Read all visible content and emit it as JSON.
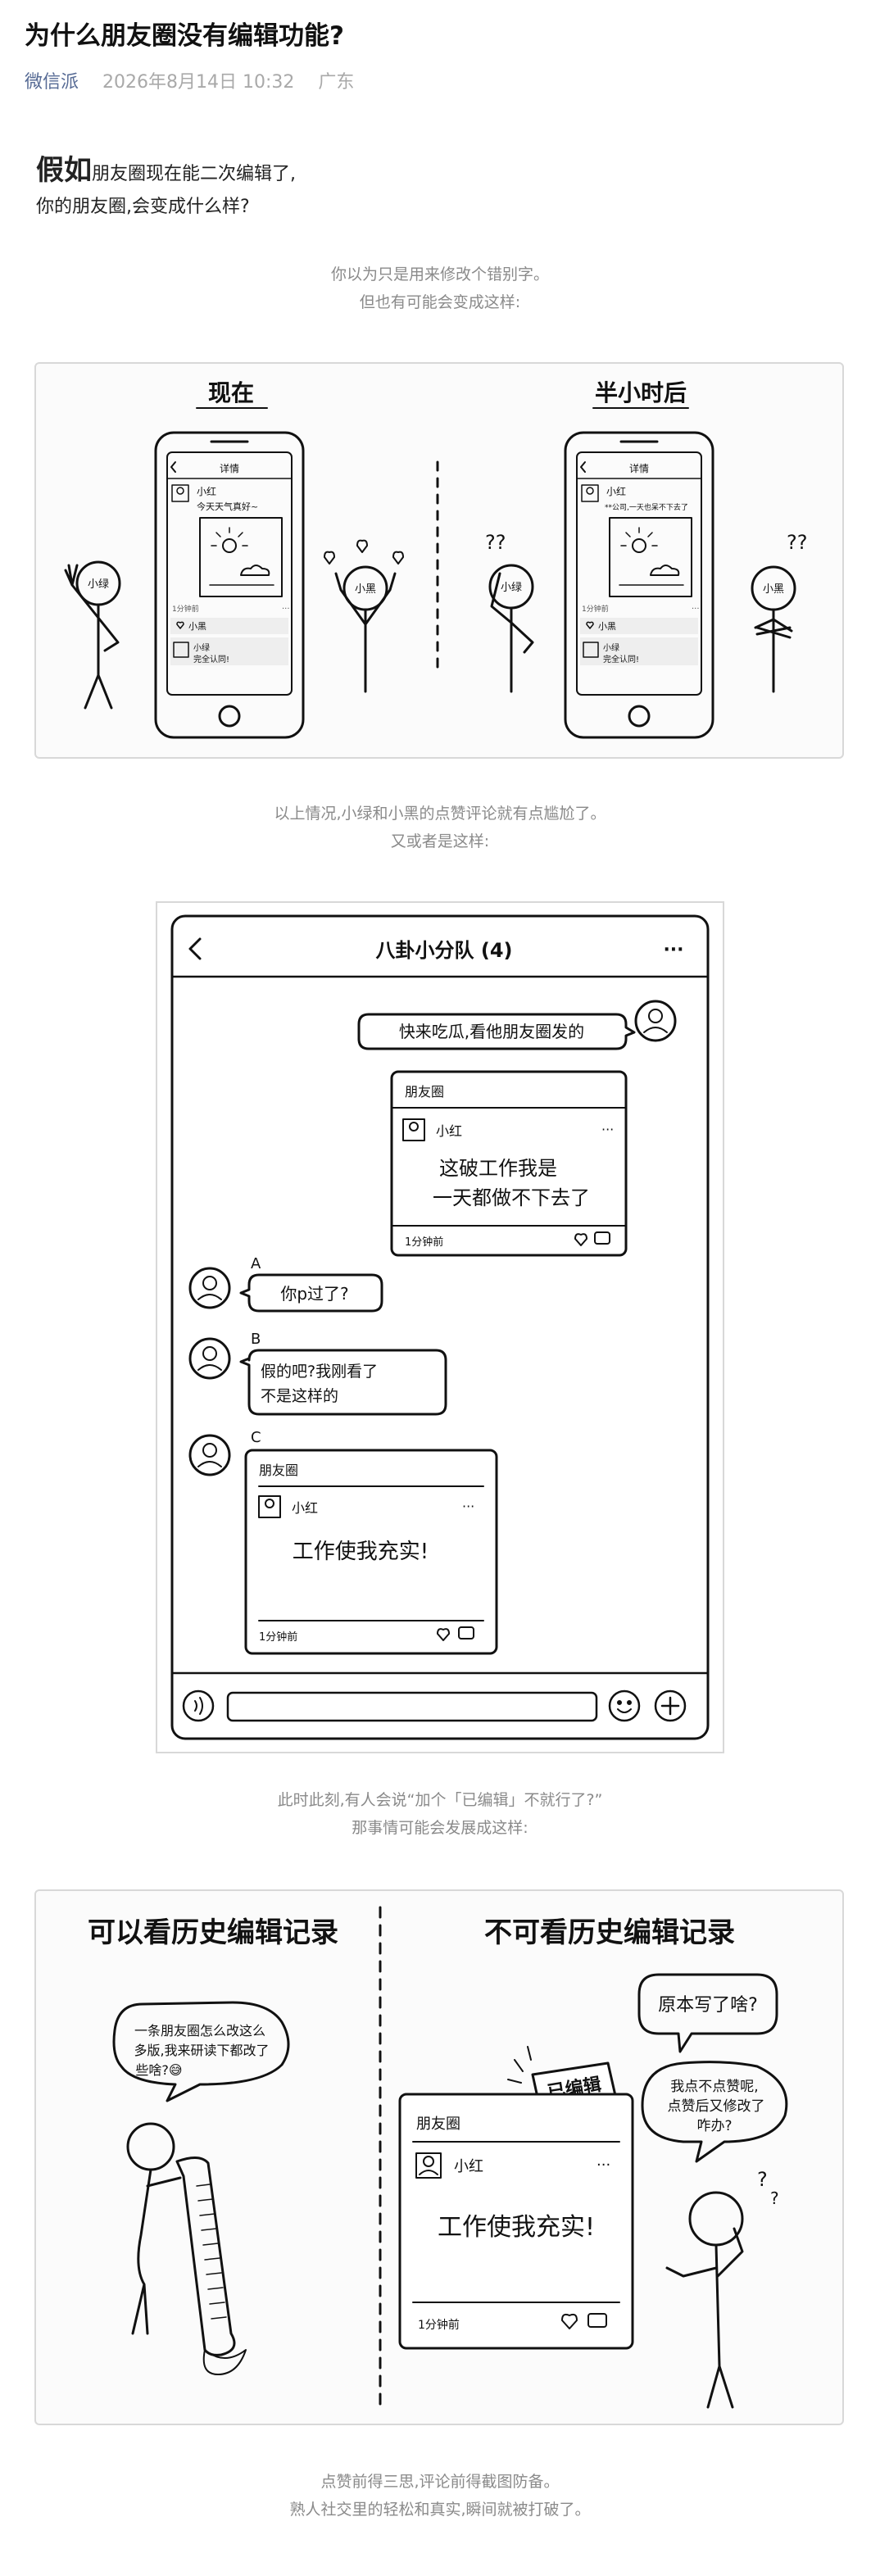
{
  "article": {
    "title": "为什么朋友圈没有编辑功能?",
    "author": "微信派",
    "datetime": "2026年8月14日 10:32",
    "location": "广东"
  },
  "intro": {
    "big": "假如",
    "line1_rest": "朋友圈现在能二次编辑了,",
    "line2": "你的朋友圈,会变成什么样?"
  },
  "captions": {
    "c1_line1": "你以为只是用来修改个错别字。",
    "c1_line2": "但也有可能会变成这样:",
    "c2_line1": "以上情况,小绿和小黑的点赞评论就有点尴尬了。",
    "c2_line2": "又或者是这样:",
    "c3_line1": "此时此刻,有人会说“加个「已编辑」不就行了?”",
    "c3_line2": "那事情可能会发展成这样:",
    "c4_line1": "点赞前得三思,评论前得截图防备。",
    "c4_line2": "熟人社交里的轻松和真实,瞬间就被打破了。"
  },
  "comic1": {
    "left_heading": "现在",
    "right_heading": "半小时后",
    "screen_title": "详情",
    "poster": "小红",
    "post_now": "今天天气真好~",
    "post_later": "**公司,一天也呆不下去了",
    "time_ago": "1分钟前",
    "liker": "小黑",
    "commenter": "小绿",
    "comment": "完全认同!",
    "char_green": "小绿",
    "char_black": "小黑",
    "question_marks": "??"
  },
  "comic2": {
    "group_title": "八卦小分队 (4)",
    "more": "···",
    "first_msg": "快来吃瓜,看他朋友圈发的",
    "card_header": "朋友圈",
    "card_user": "小红",
    "card_line1": "这破工作我是",
    "card_line2": "一天都做不下去了",
    "card_time": "1分钟前",
    "name_a": "A",
    "msg_a": "你p过了?",
    "name_b": "B",
    "msg_b_line1": "假的吧?我刚看了",
    "msg_b_line2": "不是这样的",
    "name_c": "C",
    "card2_text": "工作使我充实!"
  },
  "comic3": {
    "left_heading": "可以看历史编辑记录",
    "right_heading": "不可看历史编辑记录",
    "left_bubble_l1": "一条朋友圈怎么改这么",
    "left_bubble_l2": "多版,我来研读下都改了",
    "left_bubble_l3": "些啥?😅",
    "right_bubble1": "原本写了啥?",
    "right_bubble2_l1": "我点不点赞呢,",
    "right_bubble2_l2": "点赞后又修改了",
    "right_bubble2_l3": "咋办?",
    "edited_tag": "已编辑",
    "card_header": "朋友圈",
    "card_user": "小红",
    "card_text": "工作使我充实!",
    "card_time": "1分钟前"
  }
}
